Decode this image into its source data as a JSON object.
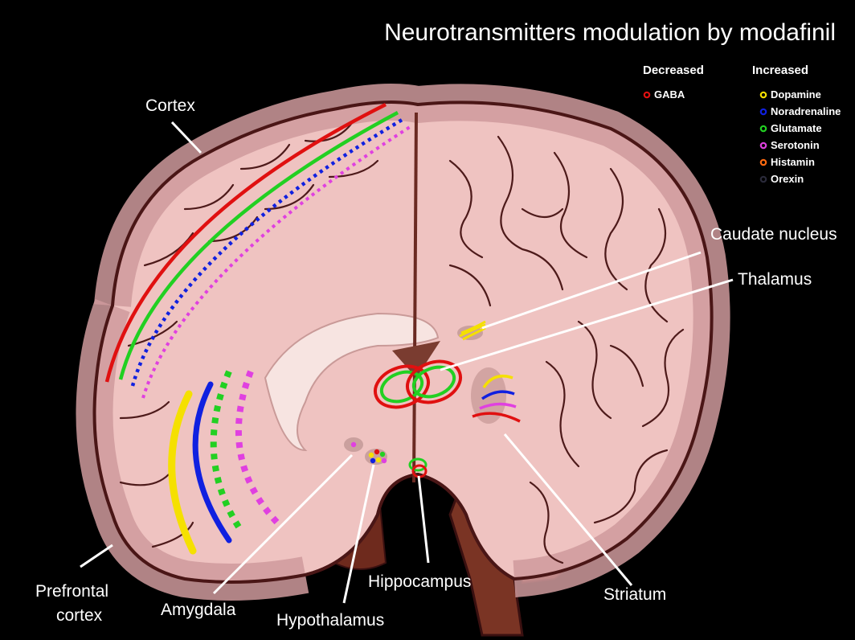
{
  "title": "Neurotransmitters modulation by modafinil",
  "legend": {
    "decreased_heading": "Decreased",
    "increased_heading": "Increased",
    "decreased": [
      {
        "label": "GABA",
        "color": "#e01010"
      }
    ],
    "increased": [
      {
        "label": "Dopamine",
        "color": "#f5e000"
      },
      {
        "label": "Noradrenaline",
        "color": "#1020e0"
      },
      {
        "label": "Glutamate",
        "color": "#22d022"
      },
      {
        "label": "Serotonin",
        "color": "#e040e0"
      },
      {
        "label": "Histamin",
        "color": "#ff6a10"
      },
      {
        "label": "Orexin",
        "color": "#2a2a3a"
      }
    ]
  },
  "regions": {
    "cortex": "Cortex",
    "caudate": "Caudate nucleus",
    "thalamus": "Thalamus",
    "prefrontal_line1": "Prefrontal",
    "prefrontal_line2": "cortex",
    "amygdala": "Amygdala",
    "hypothalamus": "Hypothalamus",
    "hippocampus": "Hippocampus",
    "striatum": "Striatum"
  },
  "colors": {
    "background": "#000000",
    "brain_tissue": "#efc3c1",
    "brain_outline": "#4a1616",
    "brainstem": "#7a3424"
  }
}
